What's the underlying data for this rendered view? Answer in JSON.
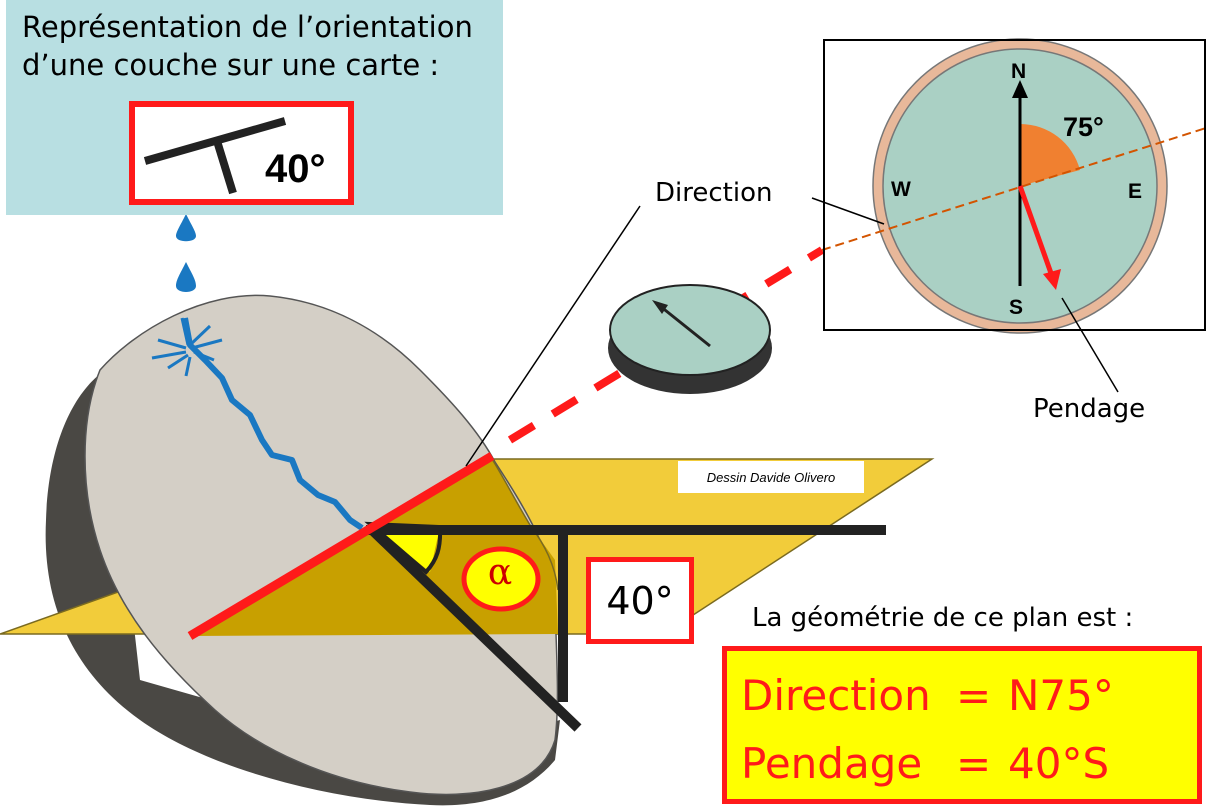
{
  "title": {
    "line1": "Représentation de l’orientation",
    "line2": "d’une couche sur une carte :"
  },
  "map_symbol": {
    "angle_label": "40°"
  },
  "callouts": {
    "direction": "Direction",
    "pendage": "Pendage"
  },
  "credit": "Dessin Davide Olivero",
  "dip_box": {
    "value": "40°"
  },
  "alpha_symbol": "α",
  "compass": {
    "north": "N",
    "south": "S",
    "west": "W",
    "east": "E",
    "azimuth_label": "75°",
    "azimuth_value": 75
  },
  "geometry": {
    "intro": "La géométrie de ce plan est :",
    "direction_key": "Direction",
    "direction_value": "N75°",
    "pendage_key": "Pendage",
    "pendage_value": "40°S",
    "equals": "="
  },
  "colors": {
    "panel_bg": "#b8dfe2",
    "rock": "#d4cfc6",
    "rock_shadow": "#4a4844",
    "plane": "#f2cc3a",
    "plane_dark": "#c8a000",
    "strike_red": "#ff1a1a",
    "water_blue": "#1a78c2",
    "compass_face": "#aad0c4",
    "compass_ring": "#e8b89a",
    "azimuth_wedge": "#f08030",
    "result_bg": "#ffff00"
  }
}
